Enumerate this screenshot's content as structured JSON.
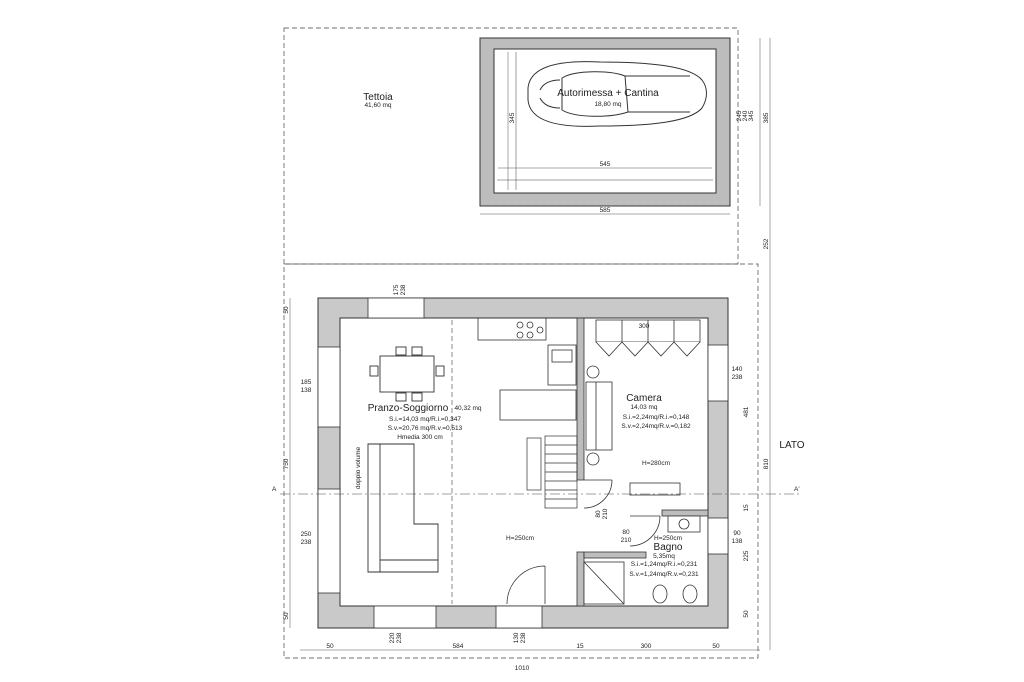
{
  "tettoia": {
    "name": "Tettoia",
    "area": "41,60 mq"
  },
  "garage": {
    "name": "Autorimessa + Cantina",
    "area": "18,80 mq"
  },
  "pranzo": {
    "name": "Pranzo-Soggiorno",
    "area": "40,32 mq",
    "si": "S.i.=14,03 mq/R.i.=0,347",
    "sv": "S.v.=20,76 mq/R.v.=0,513",
    "hmedia": "Hmedia 300 cm",
    "doppio": "doppio volume"
  },
  "camera": {
    "name": "Camera",
    "area": "14,03 mq",
    "si": "S.i.=2,24mq/R.i.=0,148",
    "sv": "S.v.=2,24mq/R.v.=0,182",
    "h": "H=280cm"
  },
  "bagno": {
    "name": "Bagno",
    "area": "5,35mq",
    "si": "S.i.=1,24mq/R.i.=0,231",
    "sv": "S.v.=1,24mq/R.v.=0,231",
    "h": "H=250cm"
  },
  "hall": {
    "h": "H=250cm"
  },
  "side_label": "LATO",
  "section": {
    "left": "A",
    "right": "A'"
  },
  "dims": {
    "garage_h": "345",
    "garage_w": "545",
    "garage_outer_w": "585",
    "garage_outer_h": "385",
    "garage_win": [
      "245",
      "240",
      "345"
    ],
    "gap_252": "252",
    "right_481": "481",
    "right_810": "810",
    "right_225": "225",
    "right_15": "15",
    "right_50": "50",
    "left_750": "750",
    "left_50a": "50",
    "left_50b": "50",
    "win_left1": [
      "185",
      "138"
    ],
    "win_left2": [
      "250",
      "238"
    ],
    "win_top": [
      "175",
      "238"
    ],
    "win_right1": [
      "140",
      "238"
    ],
    "win_right2": [
      "90",
      "138"
    ],
    "win_bot1": [
      "220",
      "238"
    ],
    "win_bot2": [
      "130",
      "238"
    ],
    "door1": [
      "80",
      "210"
    ],
    "door2": [
      "80",
      "210"
    ],
    "bottom": [
      "50",
      "584",
      "15",
      "300",
      "50"
    ],
    "total": "1010",
    "kitchen": "300"
  }
}
